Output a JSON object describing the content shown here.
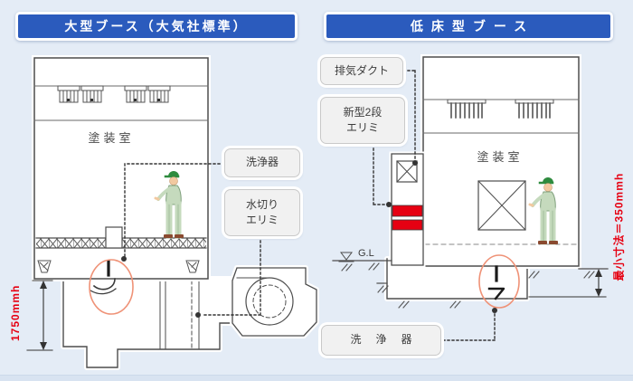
{
  "colors": {
    "background": "#e4ecf6",
    "header_blue": "#2b5bbd",
    "alert_red": "#e60012",
    "highlight_orange": "#ef9277",
    "line_gray": "#4d4d4d"
  },
  "left_panel": {
    "header": "大型ブース（大気社標準）",
    "room_label": "塗装室",
    "washer_label": "洗浄器",
    "eliminator_label_line1": "水切り",
    "eliminator_label_line2": "エリミ",
    "pit_depth_dimension": "1750mmh"
  },
  "right_panel": {
    "header": "低床型ブース",
    "room_label": "塗装室",
    "exhaust_duct_label": "排気ダクト",
    "eliminator_label_line1": "新型2段",
    "eliminator_label_line2": "エリミ",
    "washer_label": "洗浄器",
    "ground_level_label": "G.L",
    "min_depth_dimension": "最小寸法＝350mmh"
  }
}
